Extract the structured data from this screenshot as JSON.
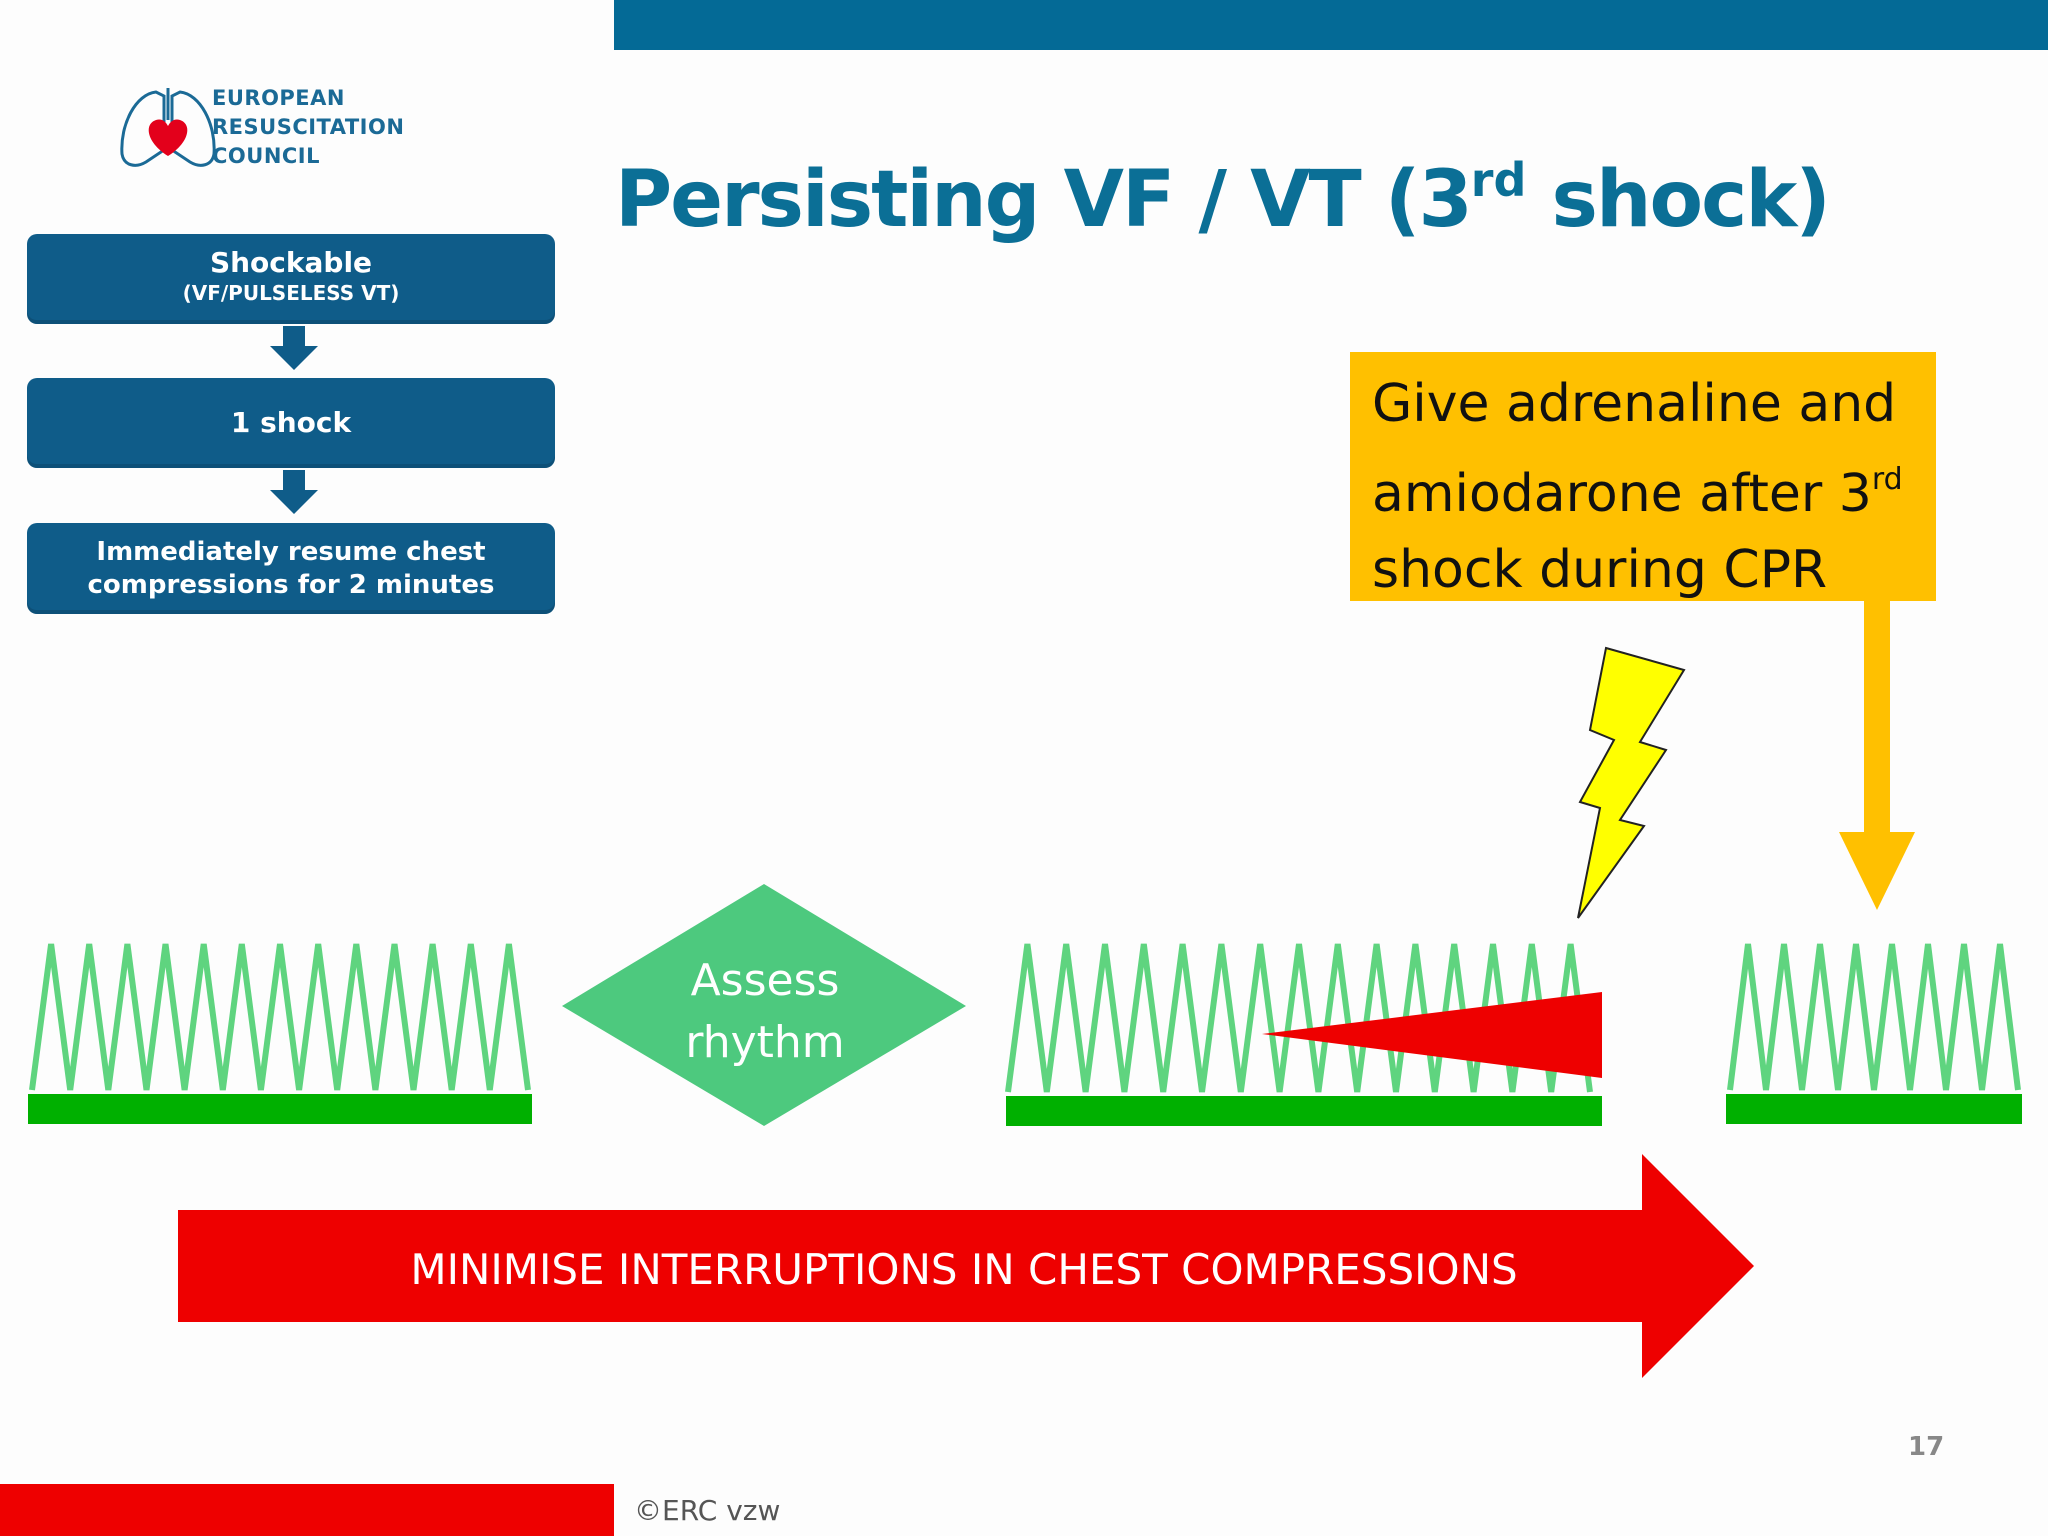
{
  "header": {
    "logo_lines": [
      "EUROPEAN",
      "RESUSCITATION",
      "COUNCIL"
    ],
    "title_main": "Persisting VF / VT (3",
    "title_sup": "rd",
    "title_end": " shock)"
  },
  "flowchart": {
    "box1_main": "Shockable",
    "box1_sub": "(VF/PULSELESS VT)",
    "box2_main": "1 shock",
    "box3_line1": "Immediately resume chest",
    "box3_line2": "compressions for 2 minutes"
  },
  "callout": {
    "line1": "Give adrenaline and",
    "line2_main": "amiodarone after 3",
    "line2_sup": "rd",
    "line3": "shock during CPR"
  },
  "diagram": {
    "assess_line1": "Assess",
    "assess_line2": "rhythm",
    "arrow_text": "MINIMISE INTERRUPTIONS IN CHEST COMPRESSIONS"
  },
  "footer": {
    "page_number": "17",
    "copyright": "©ERC vzw"
  },
  "colors": {
    "brand_blue": "#046a96",
    "flow_blue": "#0f5c89",
    "compression_green": "#5fd47f",
    "base_green": "#00b000",
    "diamond_green": "#4dc97e",
    "alert_red": "#ee0000",
    "callout_amber": "#ffc000",
    "bolt_yellow": "#ffff00"
  }
}
